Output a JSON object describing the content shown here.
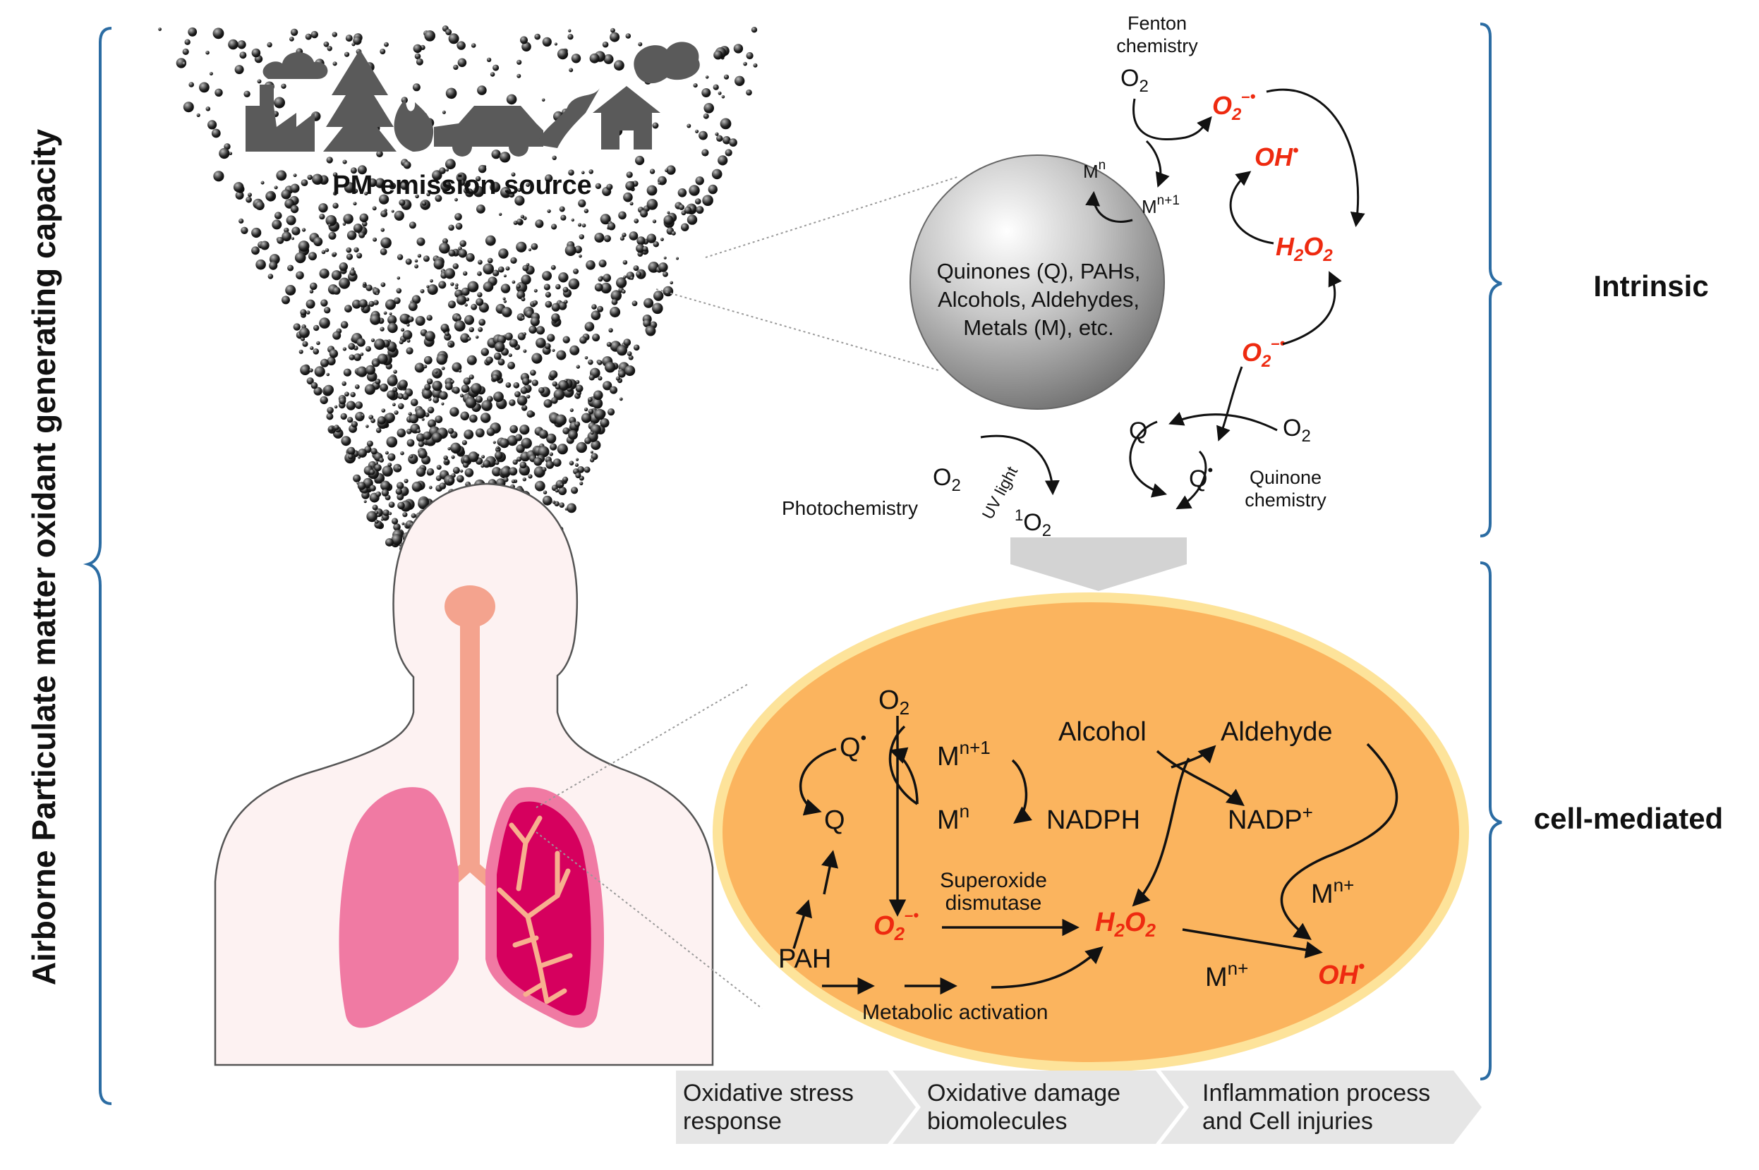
{
  "side_title": "Airborne Particulate matter oxidant generating capacity",
  "emission_label": "PM emission source",
  "category_intrinsic": "Intrinsic",
  "category_cell": "cell-mediated",
  "particle": {
    "line1": "Quinones (Q), PAHs,",
    "line2": "Alcohols, Aldehydes,",
    "line3": "Metals (M), etc."
  },
  "intrinsic": {
    "fenton_l1": "Fenton",
    "fenton_l2": "chemistry",
    "o2": "O",
    "sub2": "2",
    "o2_radical": "O",
    "oh_radical": "OH",
    "h2o2_h": "H",
    "h2o2_o": "O",
    "metal_m": "M",
    "metal_n": "n",
    "metal_n1": "n+1",
    "q": "Q",
    "q_dot": "Q",
    "quinone_l1": "Quinone",
    "quinone_l2": "chemistry",
    "photochem": "Photochemistry",
    "uv": "UV light",
    "singlet_sup": "1",
    "singlet": "O"
  },
  "cell": {
    "o2": "O",
    "q_dot": "Q",
    "q": "Q",
    "m": "M",
    "sup_n1": "n+1",
    "sup_n": "n",
    "sup_nplus": "n+",
    "alcohol": "Alcohol",
    "aldehyde": "Aldehyde",
    "nadph": "NADPH",
    "nadp": "NADP",
    "nadp_plus": "+",
    "sod_l1": "Superoxide",
    "sod_l2": "dismutase",
    "o2_radical": "O",
    "h2o2_h": "H",
    "h2o2_o": "O",
    "pah": "PAH",
    "metabolic": "Metabolic activation",
    "oh": "OH"
  },
  "stages": [
    {
      "l1": "Oxidative stress",
      "l2": "response"
    },
    {
      "l1": "Oxidative damage",
      "l2": "biomolecules"
    },
    {
      "l1": "Inflammation process",
      "l2": "and Cell injuries"
    }
  ],
  "colors": {
    "radical_red": "#ee2a10",
    "bracket_blue": "#2b6ca3",
    "cell_orange": "#fbb45e",
    "cell_border": "#fde39a",
    "lung_pink": "#f07aa3",
    "lung_magenta": "#d6005e",
    "trachea": "#f4a38e",
    "body_fill": "#fdf2f2",
    "stage_grey": "#e6e6e6"
  },
  "icons": [
    "factory-icon",
    "tree-icon",
    "fire-icon",
    "car-icon",
    "house-icon",
    "smoke-icon"
  ]
}
